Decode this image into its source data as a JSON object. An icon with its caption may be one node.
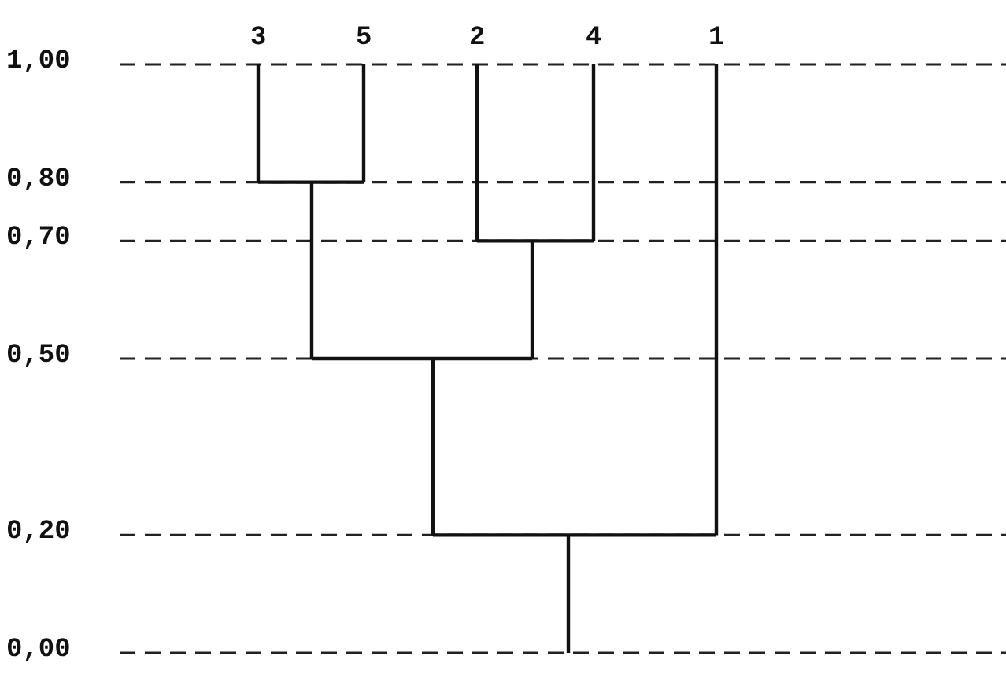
{
  "diagram": {
    "labels": [
      "3",
      "5",
      "2",
      "4",
      "1",
      "1,00",
      "0,80",
      "0,70",
      "0,50",
      "0,20",
      "0,00"
    ]
  }
}
